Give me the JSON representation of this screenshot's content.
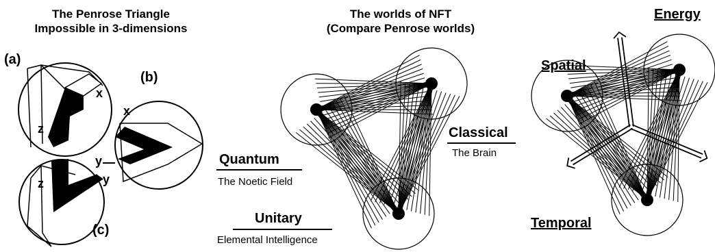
{
  "penrose": {
    "title_line1": "The Penrose Triangle",
    "title_line2": "Impossible in 3-dimensions",
    "labels": {
      "a": "(a)",
      "b": "(b)",
      "c": "(c)"
    },
    "edges": {
      "x1": "x",
      "x2": "x",
      "z1": "z",
      "z2": "z",
      "y1": "y",
      "y2": "y"
    }
  },
  "nft": {
    "title_line1": "The worlds of NFT",
    "title_line2": "(Compare Penrose worlds)",
    "quantum": {
      "name": "Quantum",
      "desc": "The Noetic Field"
    },
    "classical": {
      "name": "Classical",
      "desc": "The Brain"
    },
    "unitary": {
      "name": "Unitary",
      "desc": "Elemental Intelligence"
    }
  },
  "axes": {
    "spatial": "Spatial",
    "energy": "Energy",
    "temporal": "Temporal"
  },
  "colors": {
    "ink": "#000000",
    "paper": "#ffffff"
  }
}
